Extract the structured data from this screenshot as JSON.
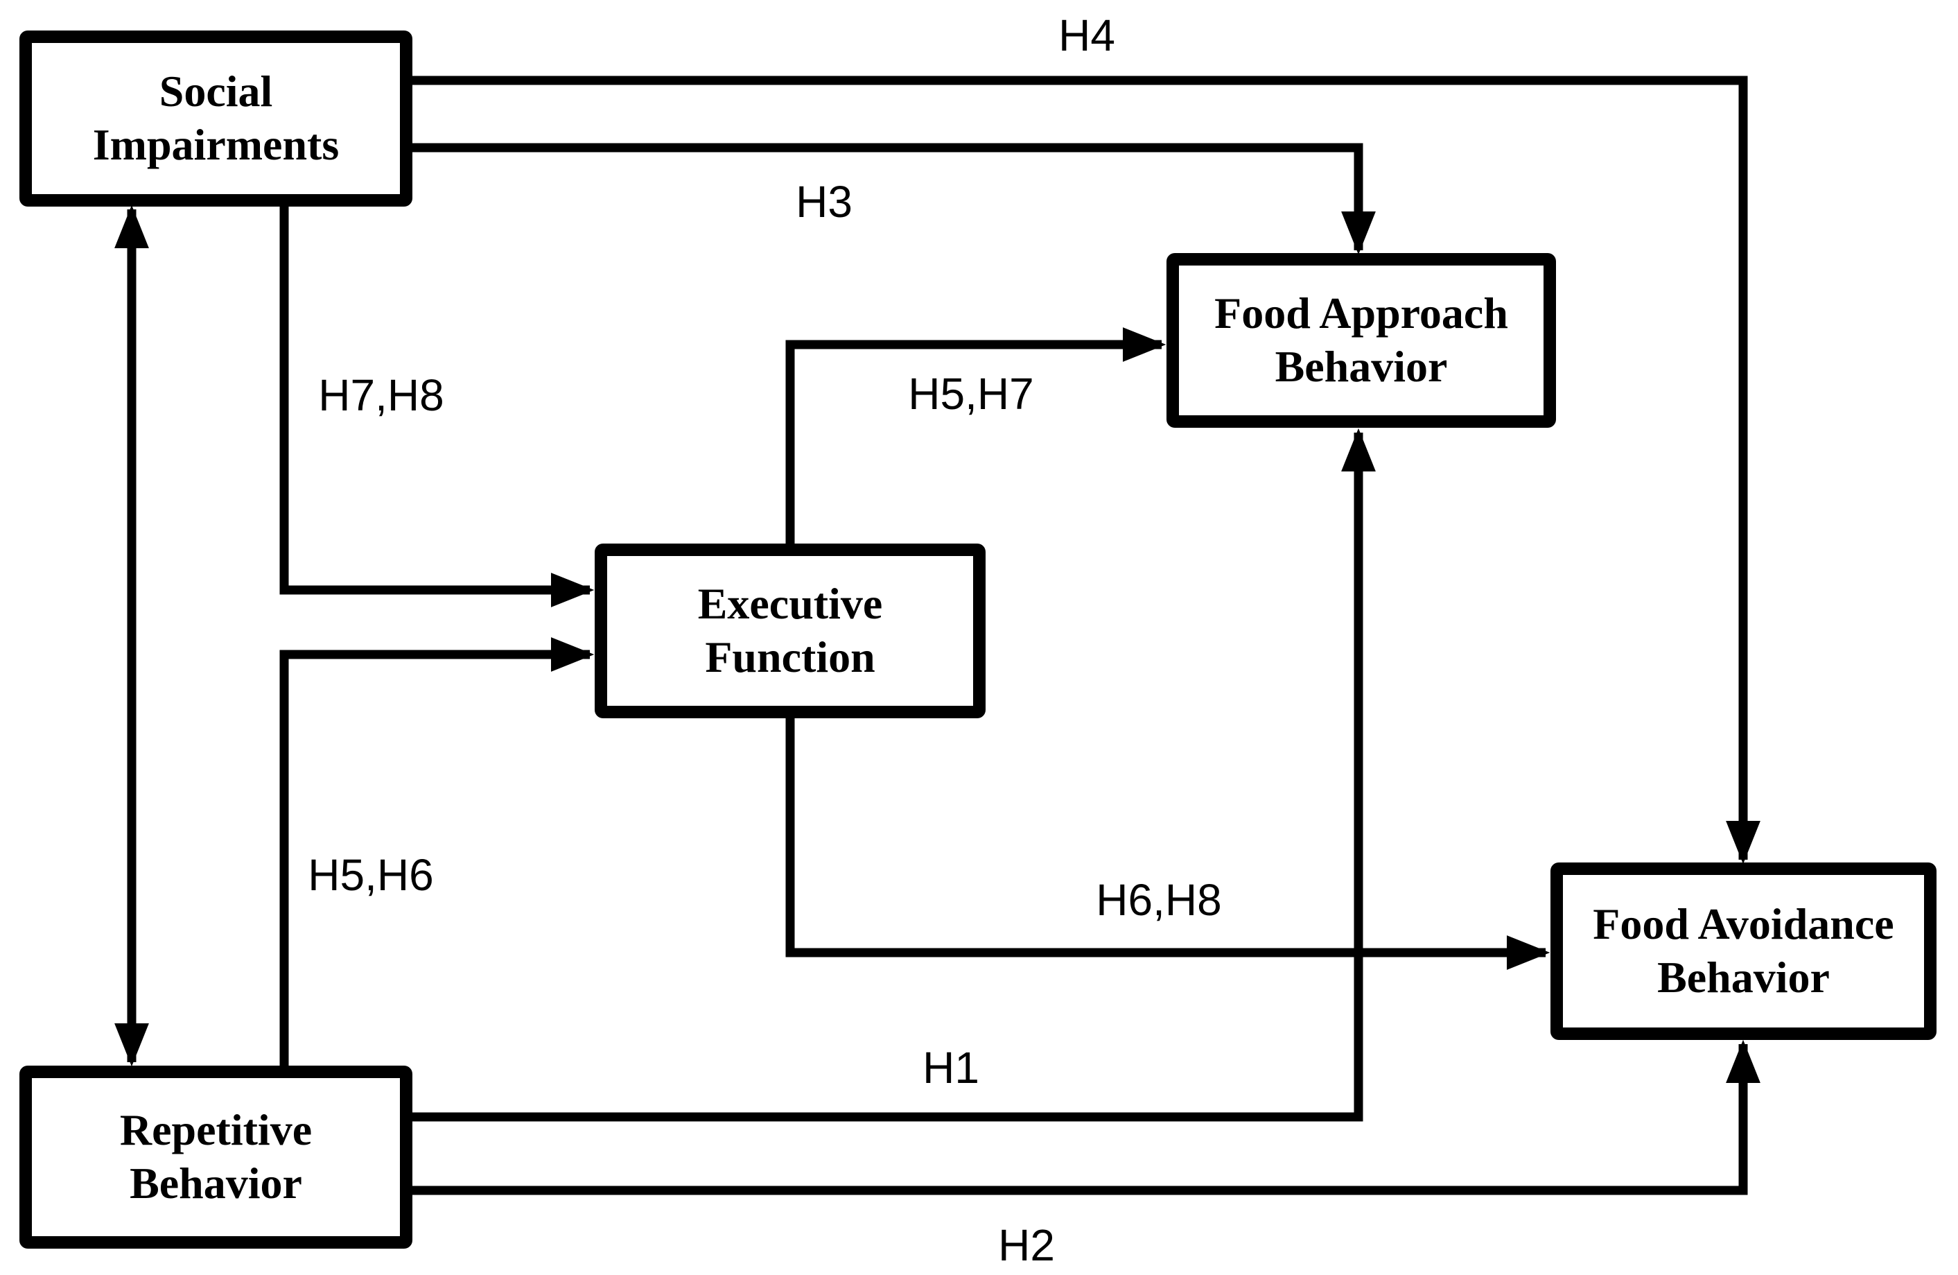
{
  "diagram": {
    "background_color": "#ffffff",
    "line_color": "#000000",
    "boxes": {
      "social_impairments": {
        "label": "Social Impairments",
        "lines": [
          "Social",
          "Impairments"
        ]
      },
      "repetitive_behavior": {
        "label": "Repetitive Behavior",
        "lines": [
          "Repetitive",
          "Behavior"
        ]
      },
      "executive_function": {
        "label": "Executive Function",
        "lines": [
          "Executive",
          "Function"
        ]
      },
      "food_approach_behavior": {
        "label": "Food Approach Behavior",
        "lines": [
          "Food Approach",
          "Behavior"
        ]
      },
      "food_avoidance_behavior": {
        "label": "Food Avoidance Behavior",
        "lines": [
          "Food Avoidance",
          "Behavior"
        ]
      }
    },
    "edges": [
      {
        "from": "social_impairments",
        "to": "food_avoidance_behavior",
        "label": "H4",
        "type": "directed"
      },
      {
        "from": "social_impairments",
        "to": "food_approach_behavior",
        "label": "H3",
        "type": "directed"
      },
      {
        "from": "social_impairments",
        "to": "executive_function",
        "label": "H7,H8",
        "type": "directed"
      },
      {
        "from": "repetitive_behavior",
        "to": "executive_function",
        "label": "H5,H6",
        "type": "directed"
      },
      {
        "from": "executive_function",
        "to": "food_approach_behavior",
        "label": "H5,H7",
        "type": "directed"
      },
      {
        "from": "executive_function",
        "to": "food_avoidance_behavior",
        "label": "H6,H8",
        "type": "directed"
      },
      {
        "from": "repetitive_behavior",
        "to": "food_approach_behavior",
        "label": "H1",
        "type": "directed"
      },
      {
        "from": "repetitive_behavior",
        "to": "food_avoidance_behavior",
        "label": "H2",
        "type": "directed"
      },
      {
        "from": "social_impairments",
        "to": "repetitive_behavior",
        "label": "",
        "type": "bidirectional"
      }
    ]
  }
}
